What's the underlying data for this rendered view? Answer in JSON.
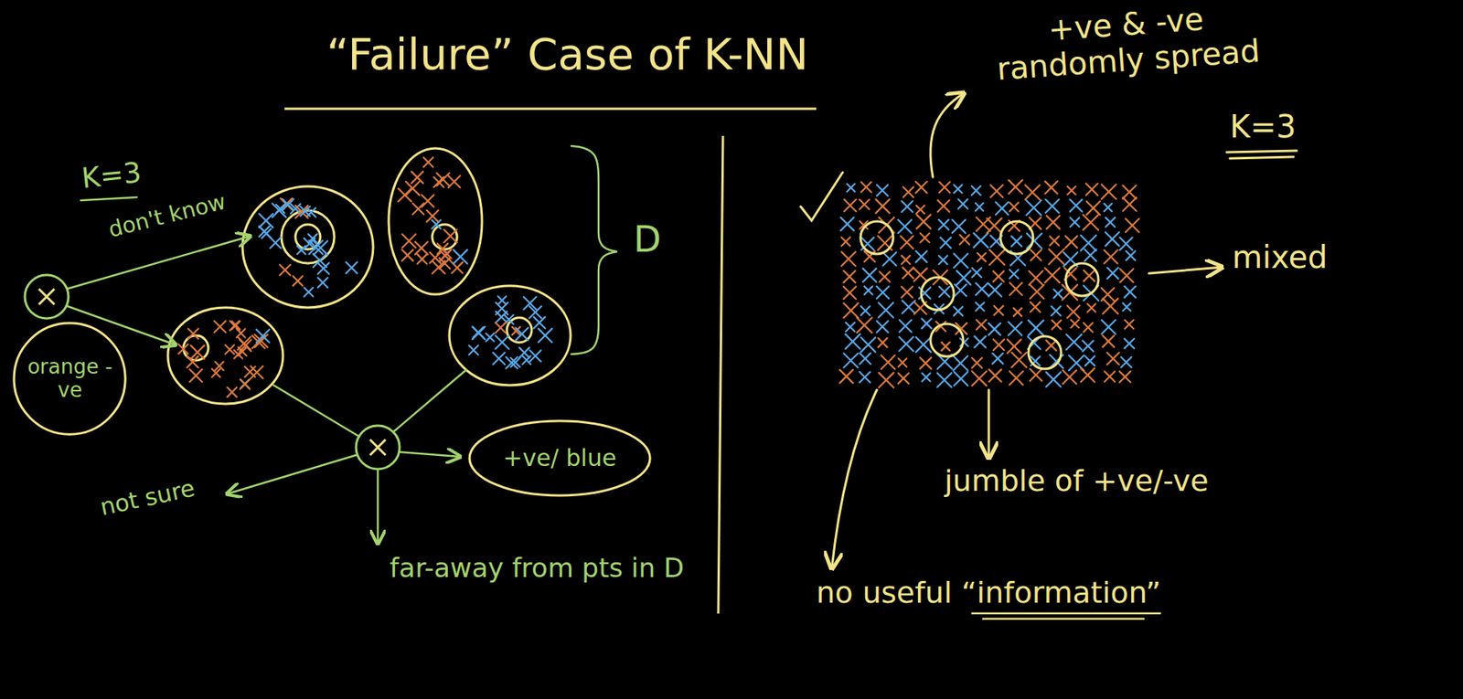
{
  "diagram": {
    "title": "“Failure” Case of K-NN",
    "nodes": [
      {
        "text": [
          "orange -ve"
        ]
      },
      {
        "text": [
          "+ve/ blue"
        ]
      }
    ],
    "labels": [
      "K=3",
      "don't know",
      "not sure",
      "far-away from pts in D",
      "D",
      "+ve & -ve randomly spread",
      "K=3",
      "mixed",
      "jumble of +ve/-ve",
      "no useful “information”"
    ]
  }
}
